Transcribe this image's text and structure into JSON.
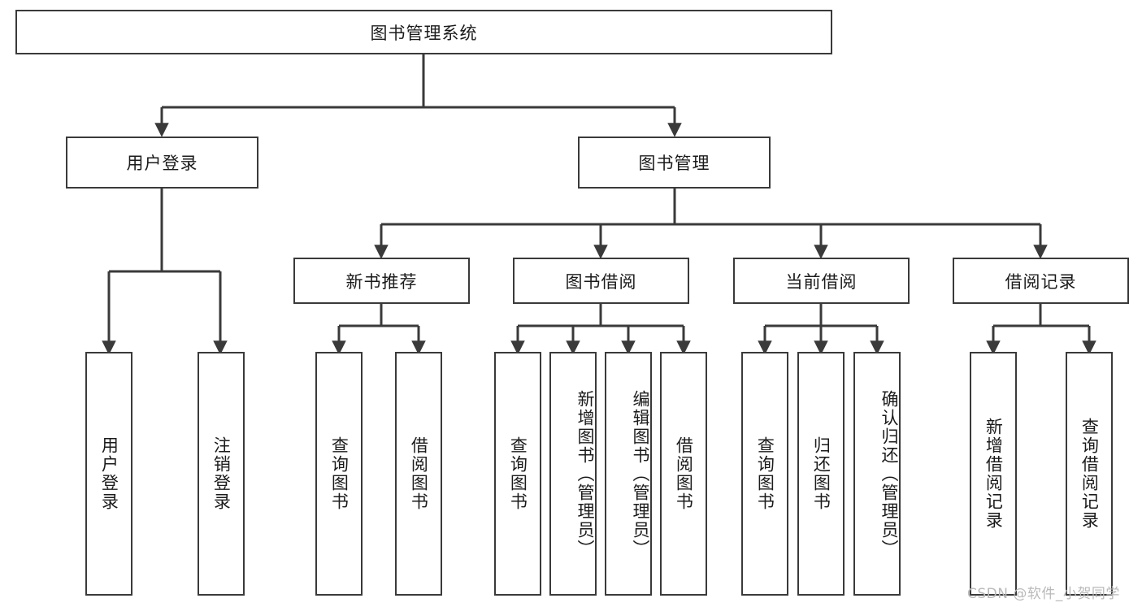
{
  "diagram": {
    "type": "tree-hierarchy",
    "title": "图书管理系统",
    "watermark": "CSDN @软件_小贺同学",
    "colors": {
      "box_border": "#3a3a3a",
      "box_fill": "#ffffff",
      "connector": "#3a3a3a",
      "text": "#1b1b1b",
      "watermark": "#b9b9b9"
    },
    "nodes": {
      "root": {
        "label": "图书管理系统"
      },
      "level2": [
        {
          "label": "用户登录"
        },
        {
          "label": "图书管理"
        }
      ],
      "level3": [
        {
          "label": "新书推荐"
        },
        {
          "label": "图书借阅"
        },
        {
          "label": "当前借阅"
        },
        {
          "label": "借阅记录"
        }
      ],
      "leaves": {
        "user_login": [
          {
            "label": "用户登录"
          },
          {
            "label": "注销登录"
          }
        ],
        "new_book_rec": [
          {
            "label": "查询图书"
          },
          {
            "label": "借阅图书"
          }
        ],
        "book_borrow": [
          {
            "label": "查询图书"
          },
          {
            "label": "新增图书（管理员）"
          },
          {
            "label": "编辑图书（管理员）"
          },
          {
            "label": "借阅图书"
          }
        ],
        "current_borrow": [
          {
            "label": "查询图书"
          },
          {
            "label": "归还图书"
          },
          {
            "label": "确认归还（管理员）"
          }
        ],
        "borrow_record": [
          {
            "label": "新增借阅记录"
          },
          {
            "label": "查询借阅记录"
          }
        ]
      }
    }
  }
}
